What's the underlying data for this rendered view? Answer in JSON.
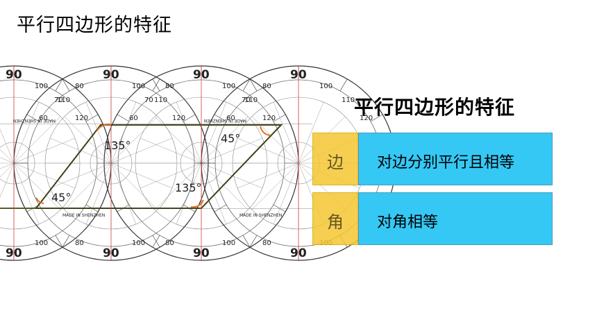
{
  "title": "平行四边形的特征",
  "heading": "平行四边形的特征",
  "rows": [
    {
      "label": "边",
      "content": "对边分别平行且相等"
    },
    {
      "label": "角",
      "content": "对角相等"
    }
  ],
  "angles": [
    "45°",
    "135°",
    "45°",
    "135°"
  ],
  "protractor_brand": "MADE IN SHENZHEN",
  "colors": {
    "label_bg": "#f5c732",
    "content_bg": "#35c8f5"
  }
}
